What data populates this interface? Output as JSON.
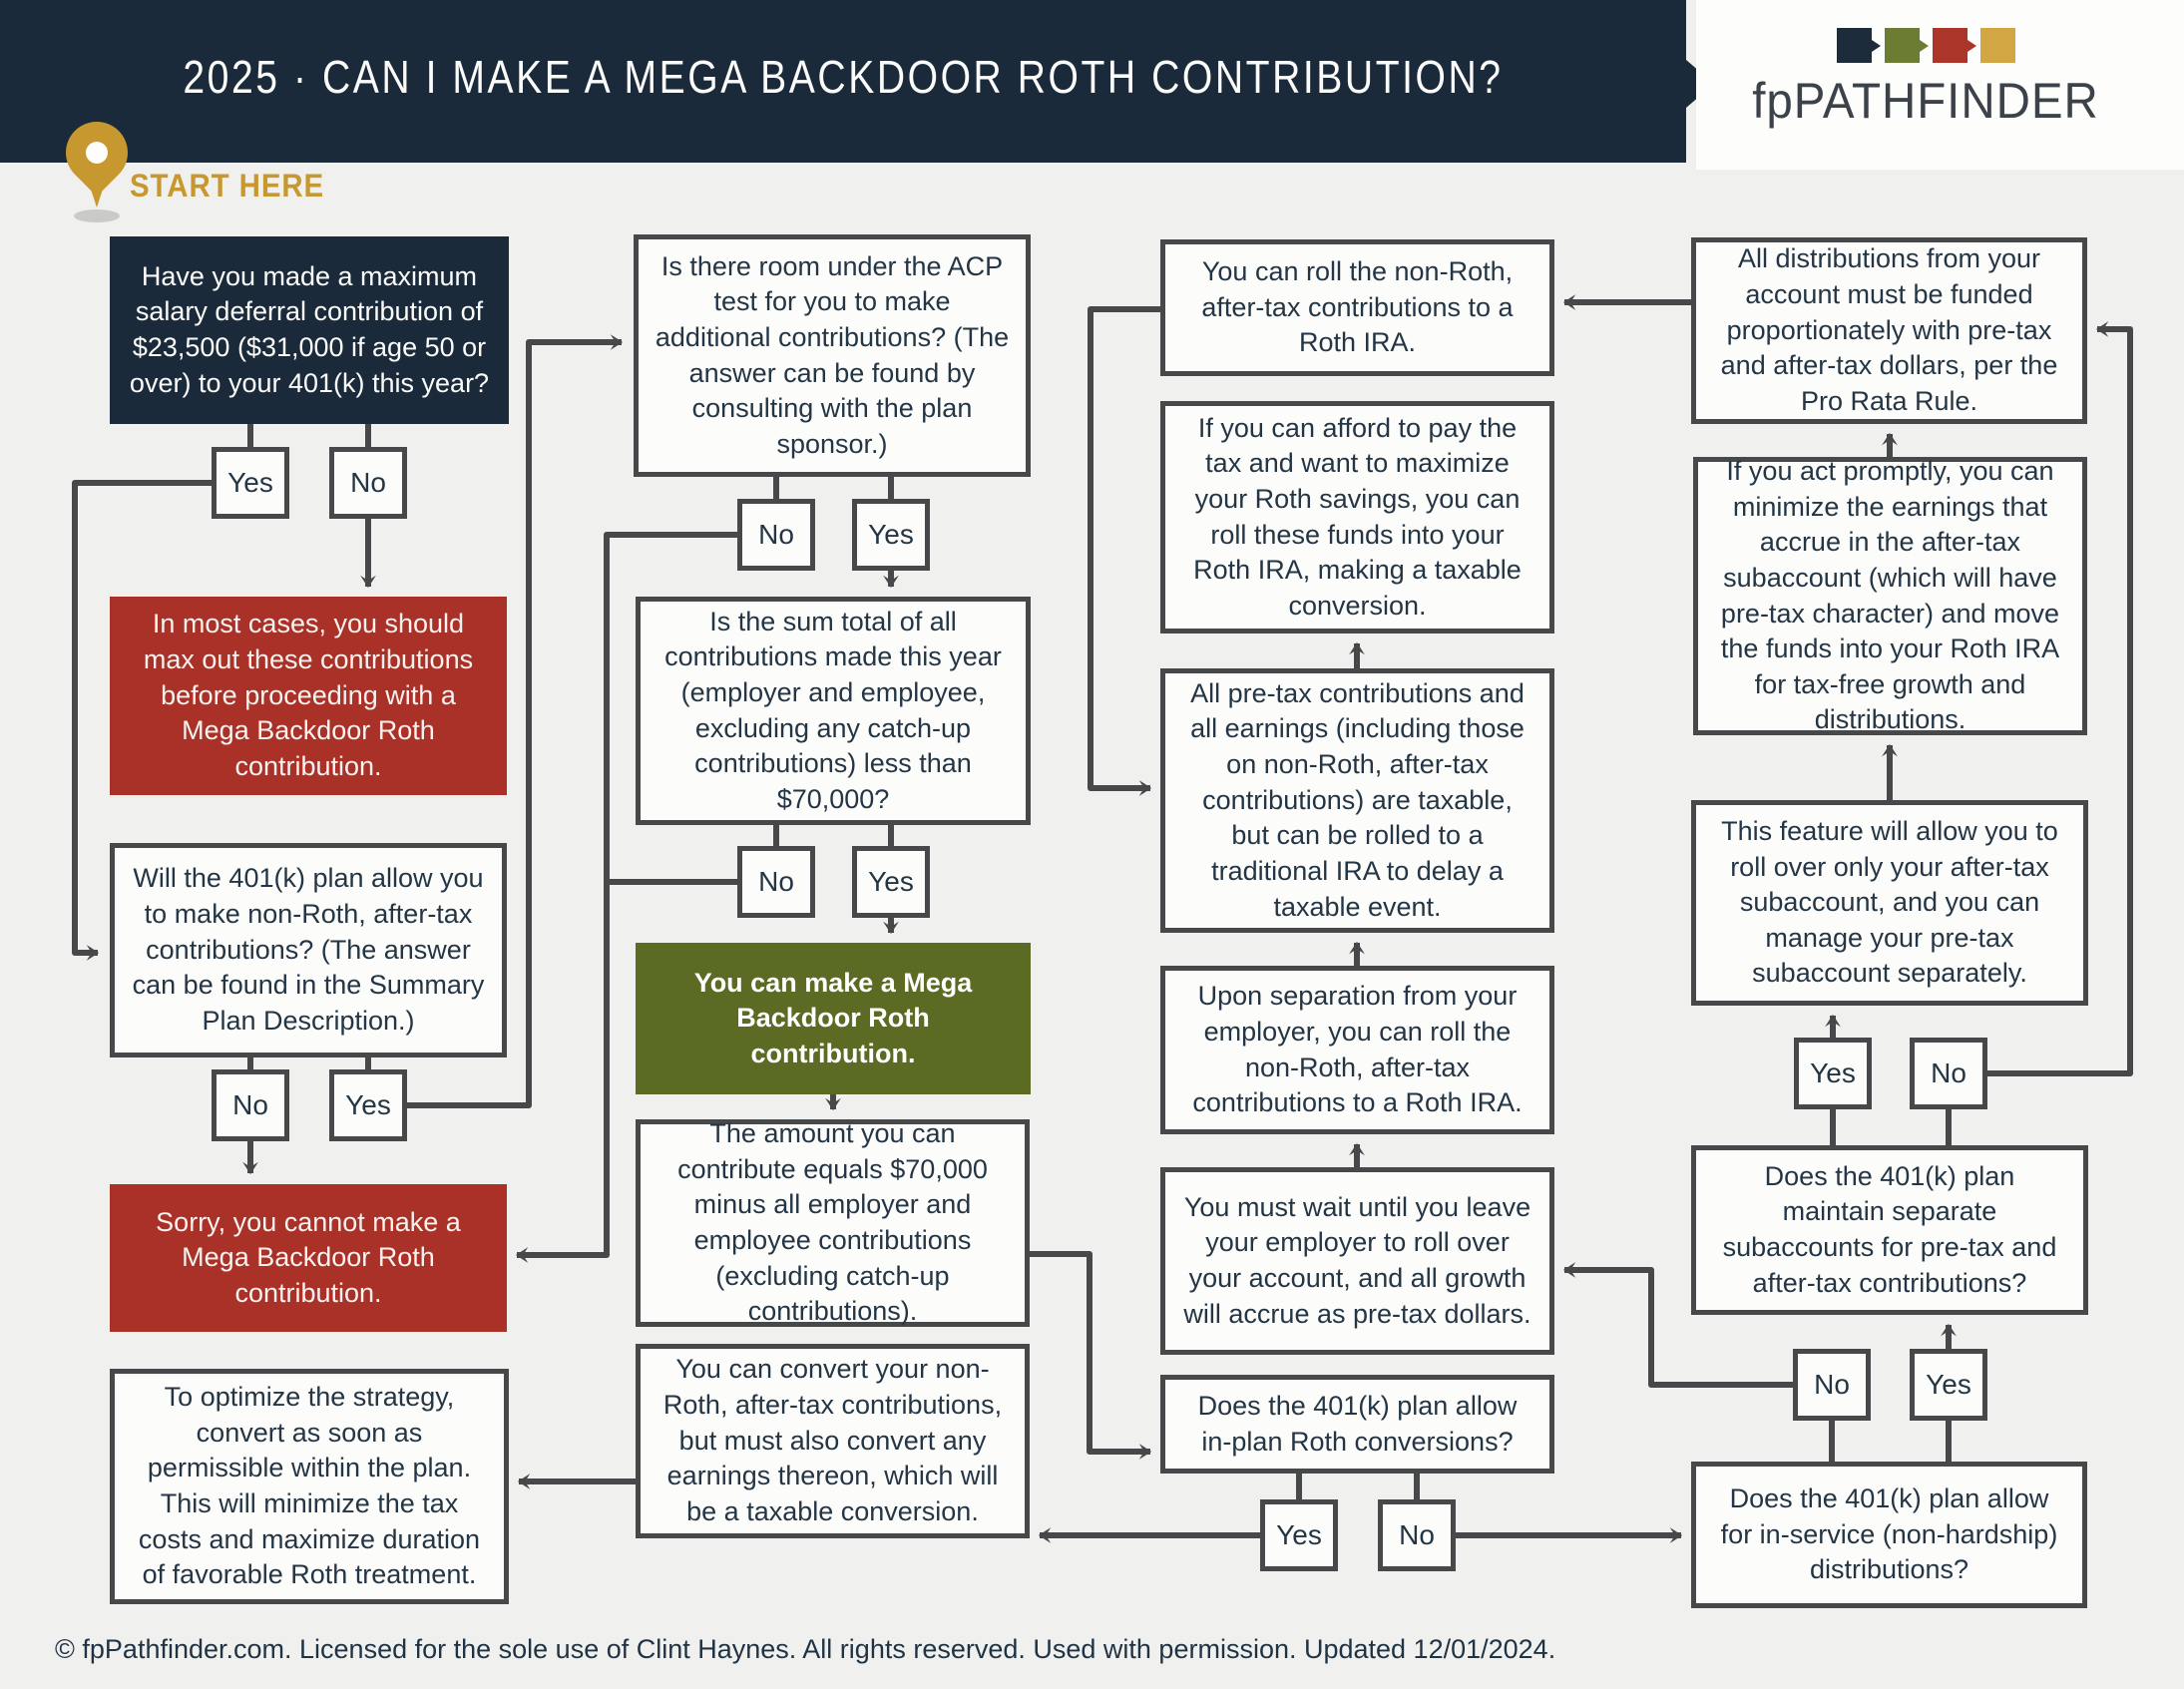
{
  "header": {
    "title": "2025 · CAN I MAKE A MEGA BACKDOOR ROTH CONTRIBUTION?",
    "brand": "fpPATHFINDER",
    "start_here": "START HERE"
  },
  "labels": {
    "yes": "Yes",
    "no": "No"
  },
  "colors": {
    "background": "#f0f0ee",
    "navy": "#1a2a3a",
    "red": "#a93128",
    "olive": "#5c6b24",
    "gold": "#c7982f",
    "line": "#47484a",
    "box_text": "#243645",
    "logo_gold": "#d2a743",
    "logo_olive": "#6d7c33",
    "logo_red": "#aa3528"
  },
  "nodes": {
    "q1": "Have you made a maximum salary deferral contribution of $23,500 ($31,000 if age 50 or over) to your 401(k) this year?",
    "red1": "In most cases, you should max out these contributions before proceeding with a Mega Backdoor Roth contribution.",
    "q2": "Will the 401(k) plan allow you to make non-Roth, after-tax contributions? (The answer can be found in the Summary Plan Description.)",
    "red2": "Sorry, you cannot make a Mega Backdoor Roth contribution.",
    "optimize": "To optimize the strategy, convert as soon as permissible within the plan. This will minimize the tax costs and maximize duration of favorable Roth treatment.",
    "acp": "Is there room under the ACP test for you to make additional contributions? (The answer can be found by consulting with the plan sponsor.)",
    "sum": "Is the sum total of all contributions made this year (employer and employee, excluding any catch-up contributions) less than $70,000?",
    "olive": "You can make a Mega Backdoor Roth contribution.",
    "amount": "The amount you can contribute equals $70,000 minus all employer and employee contributions (excluding catch-up contributions).",
    "convert": "You can convert your non-Roth, after-tax contributions, but must also convert any earnings thereon, which will be a taxable conversion.",
    "roll": "You can roll the non-Roth, after-tax contributions to a Roth IRA.",
    "afford": "If you can afford to pay the tax and want to maximize your Roth savings, you can roll these funds into your Roth IRA, making a taxable conversion.",
    "pretax": "All pre-tax contributions and all earnings (including those on non-Roth, after-tax contributions) are taxable, but can be rolled to a traditional IRA to delay a taxable event.",
    "separation": "Upon separation from your employer, you can roll the non-Roth, after-tax contributions to a Roth IRA.",
    "wait": "You must wait until you leave your employer to roll over your account, and all growth will accrue as pre-tax dollars.",
    "inplan": "Does the 401(k) plan allow in-plan Roth conversions?",
    "alldist": "All distributions from your account must be funded proportionately with pre-tax and after-tax dollars, per the Pro Rata Rule.",
    "act": "If you act promptly, you can minimize the earnings that accrue in the after-tax subaccount (which will have pre-tax character) and move the funds into your Roth IRA for tax-free growth and distributions.",
    "feature": "This feature will allow you to roll over only your after-tax subaccount, and you can manage your pre-tax subaccount separately.",
    "subacct": "Does the 401(k) plan maintain separate subaccounts for pre-tax and after-tax contributions?",
    "inservice": "Does the 401(k) plan allow for in-service (non-hardship) distributions?"
  },
  "footer": {
    "text": "© fpPathfinder.com. Licensed for the sole use of Clint Haynes. All rights reserved. Used with permission. Updated 12/01/2024."
  }
}
